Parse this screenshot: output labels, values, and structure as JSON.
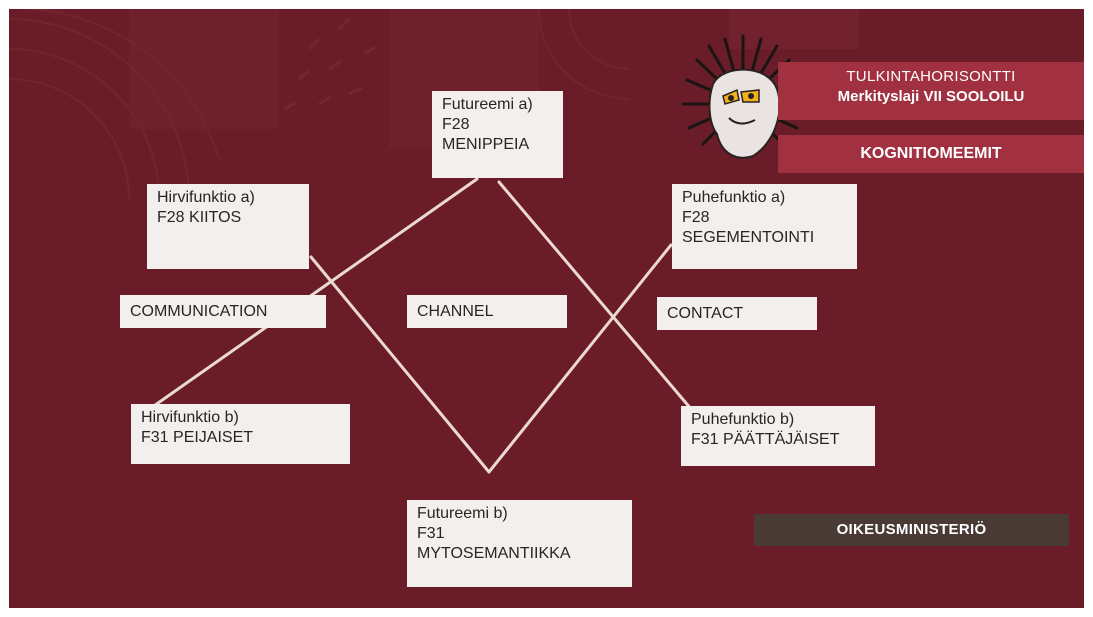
{
  "header": {
    "subtitle": "TULKINTAHORISONTTI",
    "title": "Merkityslaji VII SOOLOILU",
    "section": "KOGNITIOMEEMIT"
  },
  "nodes": {
    "futureemi_a": {
      "l1": "Futureemi a)",
      "l2": "F28",
      "l3": "MENIPPEIA"
    },
    "hirvifunktio_a": {
      "l1": "Hirvifunktio a)",
      "l2": "F28 KIITOS"
    },
    "puhefunktio_a": {
      "l1": "Puhefunktio a)",
      "l2": "F28",
      "l3": "SEGEMENTOINTI"
    },
    "hirvifunktio_b": {
      "l1": "Hirvifunktio b)",
      "l2": "F31 PEIJAISET"
    },
    "puhefunktio_b": {
      "l1": "Puhefunktio b)",
      "l2": "F31 PÄÄTTÄJÄISET"
    },
    "futureemi_b": {
      "l1": "Futureemi b)",
      "l2": "F31",
      "l3": "MYTOSEMANTIIKKA"
    }
  },
  "labels": {
    "communication": "COMMUNICATION",
    "channel": "CHANNEL",
    "contact": "CONTACT"
  },
  "footer": {
    "organization": "OIKEUSMINISTERIÖ"
  },
  "colors": {
    "background": "#6a1d28",
    "accent": "#a13040",
    "box": "#f3efec",
    "org_badge": "#4a3a36",
    "connector": "#ecd9d2"
  },
  "icons": {
    "logo": "feathered-head-logo-icon"
  }
}
